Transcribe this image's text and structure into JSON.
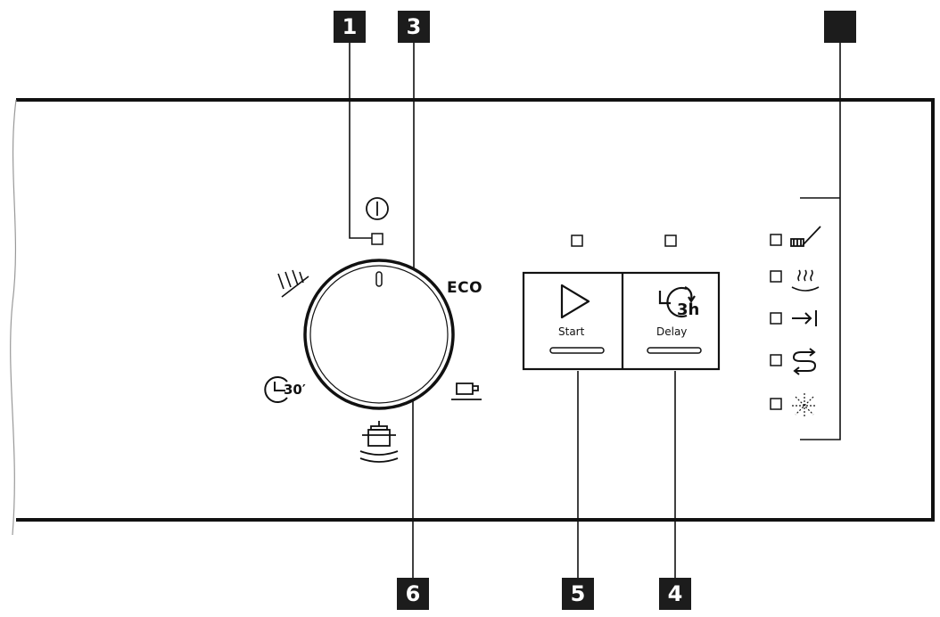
{
  "callouts": {
    "power_indicator": "1",
    "selector_pointer": "3",
    "delay_button": "4",
    "start_button": "5",
    "program_selector": "6",
    "indicators": ""
  },
  "dial": {
    "eco_label": "ECO",
    "quick_minutes": "30′"
  },
  "buttons": {
    "start_label": "Start",
    "delay_label": "Delay",
    "delay_hours": "3h"
  },
  "indicators": [
    {
      "icon": "brush-icon"
    },
    {
      "icon": "heat-icon"
    },
    {
      "icon": "arrow-to-bar-icon"
    },
    {
      "icon": "reverse-arrows-icon"
    },
    {
      "icon": "sparkle-icon"
    }
  ]
}
